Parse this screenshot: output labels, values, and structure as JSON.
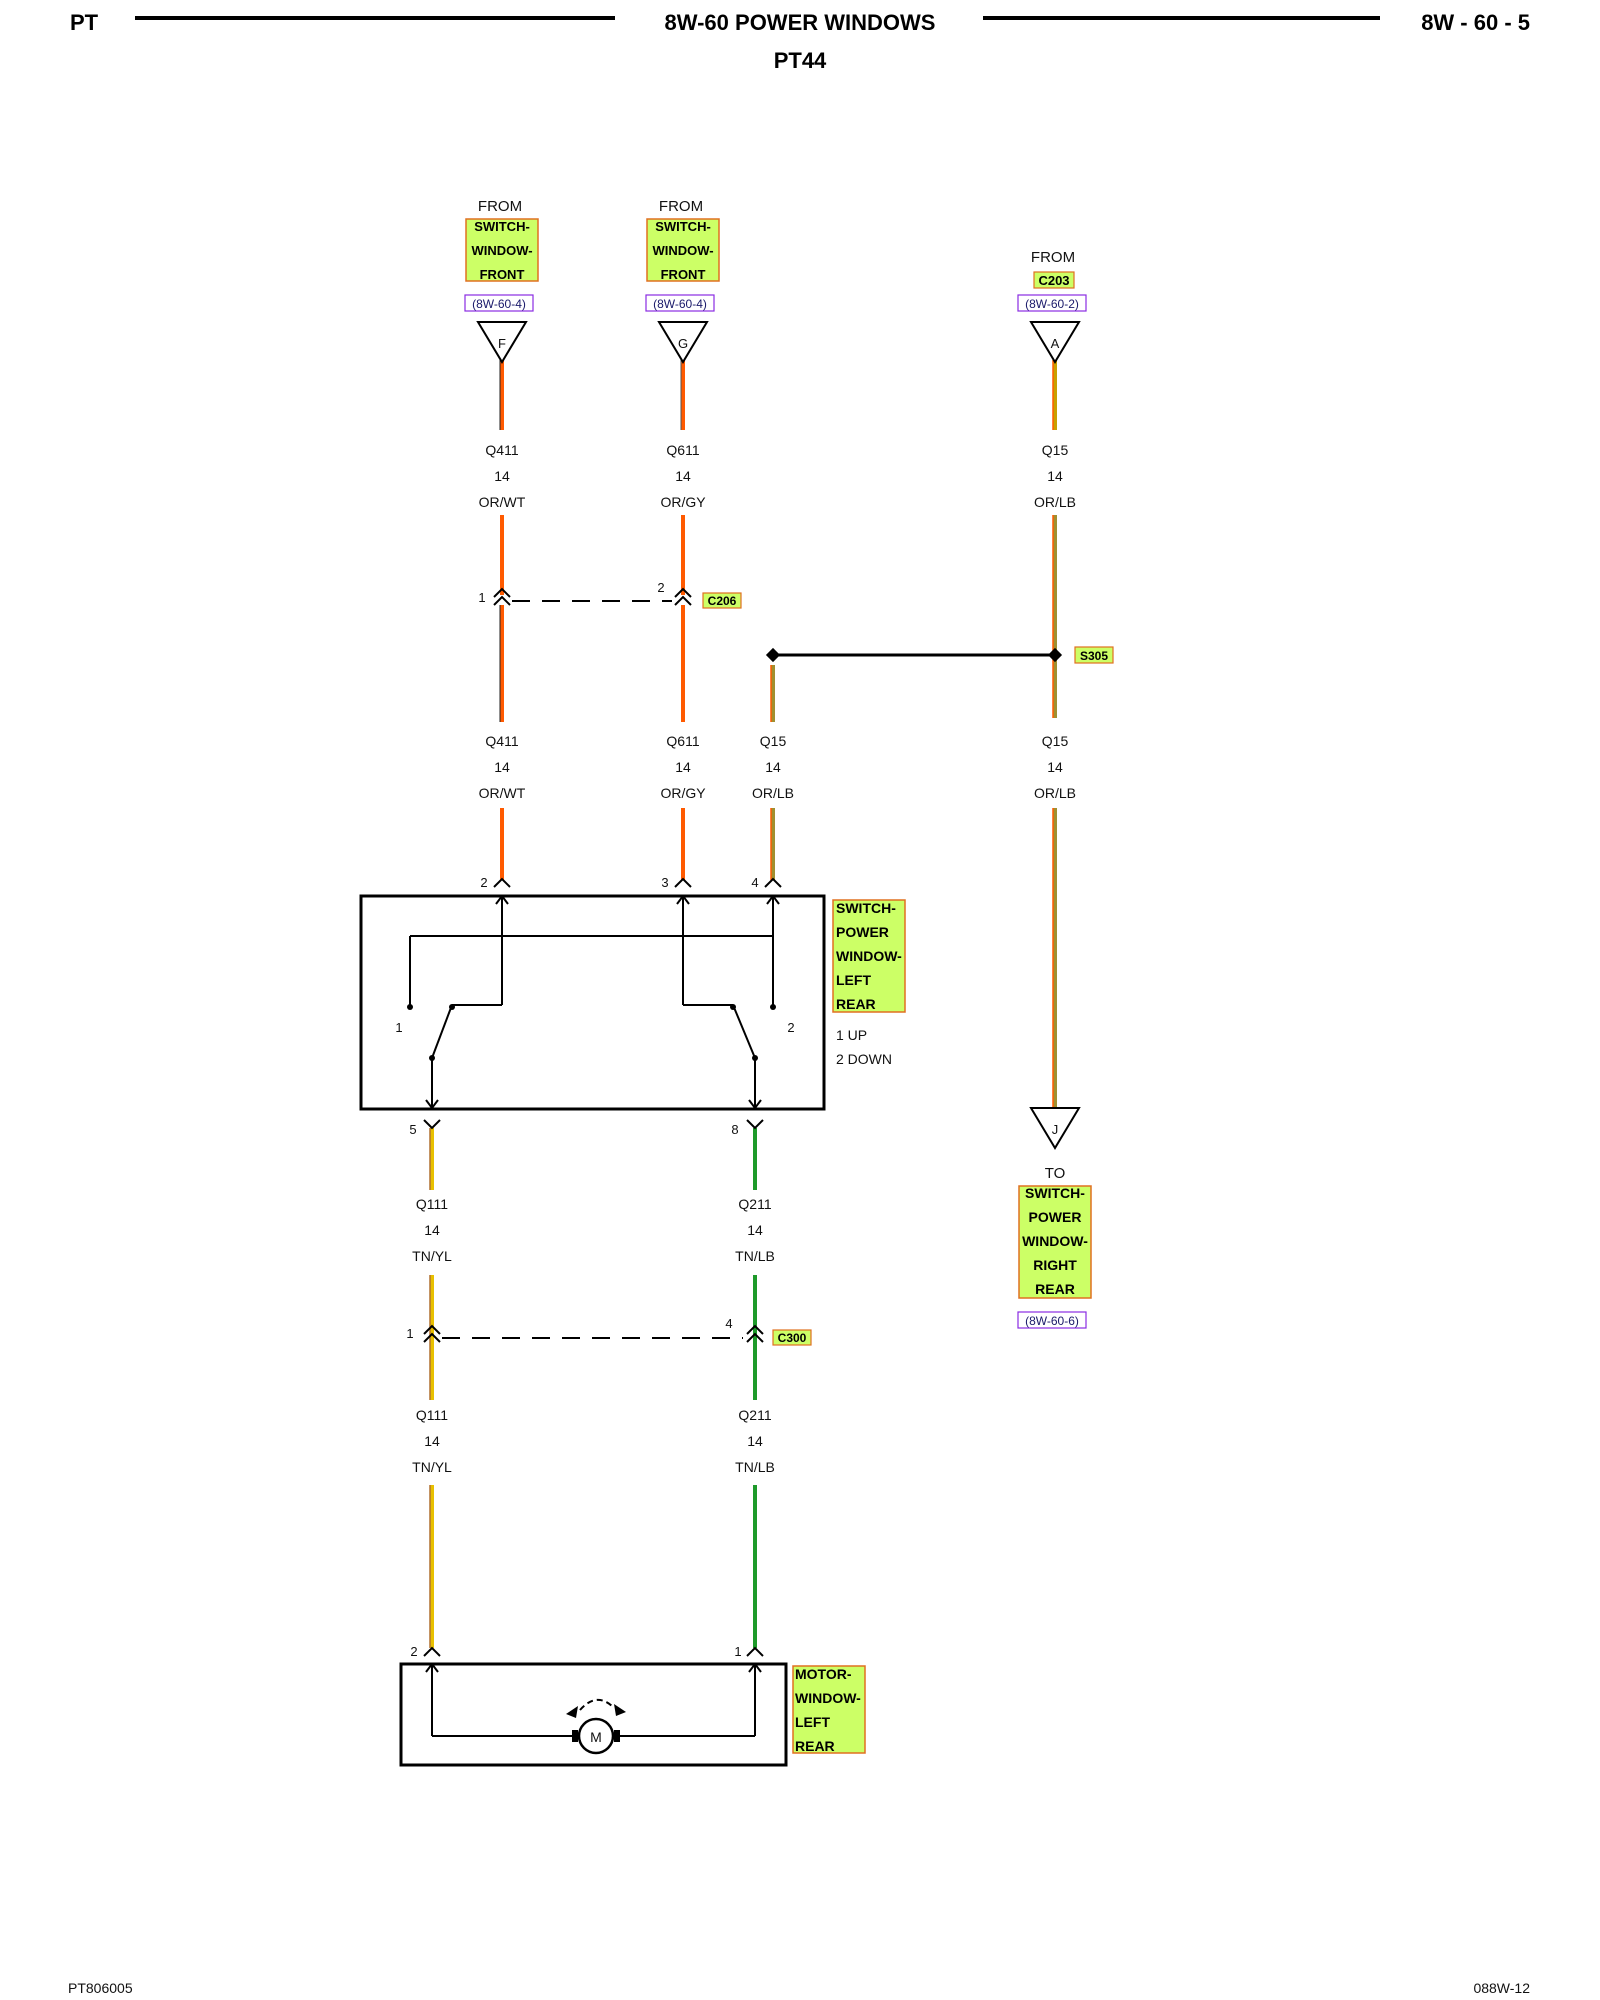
{
  "header": {
    "left": "PT",
    "title": "8W-60 POWER WINDOWS",
    "subtitle": "PT44",
    "right": "8W - 60 - 5"
  },
  "footer": {
    "left": "PT806005",
    "right": "088W-12"
  },
  "colors": {
    "label_fill": "#ccff66",
    "label_border": "#e07020",
    "ref_border": "#8a2be2",
    "wire_orange": "#ff5a00",
    "wire_tan": "#c8a070",
    "wire_yellow": "#e8d000",
    "wire_green": "#1e9a2a",
    "wire_lb": "#8cc0e0"
  },
  "sources": {
    "f": {
      "from": "FROM",
      "label": "SWITCH-WINDOW-FRONT",
      "lines": [
        "SWITCH-",
        "WINDOW-",
        "FRONT"
      ],
      "ref": "(8W-60-4)",
      "connector": "F"
    },
    "g": {
      "from": "FROM",
      "label": "SWITCH-WINDOW-FRONT",
      "lines": [
        "SWITCH-",
        "WINDOW-",
        "FRONT"
      ],
      "ref": "(8W-60-4)",
      "connector": "G"
    },
    "a": {
      "from": "FROM",
      "label": "C203",
      "ref": "(8W-60-2)",
      "connector": "A"
    }
  },
  "wires": {
    "q411_top": {
      "circuit": "Q411",
      "gauge": "14",
      "color": "OR/WT"
    },
    "q611_top": {
      "circuit": "Q611",
      "gauge": "14",
      "color": "OR/GY"
    },
    "q15_top": {
      "circuit": "Q15",
      "gauge": "14",
      "color": "OR/LB"
    },
    "q411_mid": {
      "circuit": "Q411",
      "gauge": "14",
      "color": "OR/WT"
    },
    "q611_mid": {
      "circuit": "Q611",
      "gauge": "14",
      "color": "OR/GY"
    },
    "q15_mid": {
      "circuit": "Q15",
      "gauge": "14",
      "color": "OR/LB"
    },
    "q15_right": {
      "circuit": "Q15",
      "gauge": "14",
      "color": "OR/LB"
    },
    "q111_a": {
      "circuit": "Q111",
      "gauge": "14",
      "color": "TN/YL"
    },
    "q211_a": {
      "circuit": "Q211",
      "gauge": "14",
      "color": "TN/LB"
    },
    "q111_b": {
      "circuit": "Q111",
      "gauge": "14",
      "color": "TN/YL"
    },
    "q211_b": {
      "circuit": "Q211",
      "gauge": "14",
      "color": "TN/LB"
    }
  },
  "connectors": {
    "c206": {
      "name": "C206",
      "pin_left": "1",
      "pin_right": "2"
    },
    "c300": {
      "name": "C300",
      "pin_left": "1",
      "pin_right": "4"
    }
  },
  "splice": {
    "name": "S305"
  },
  "switch": {
    "label": "SWITCH-POWER WINDOW-LEFT REAR",
    "lines": [
      "SWITCH-",
      "POWER",
      "WINDOW-",
      "LEFT",
      "REAR"
    ],
    "legend_up": "1 UP",
    "legend_down": "2 DOWN",
    "pins": {
      "p2": "2",
      "p3": "3",
      "p4": "4",
      "p5": "5",
      "p8": "8"
    },
    "contact_1": "1",
    "contact_2": "2"
  },
  "destination": {
    "to": "TO",
    "connector": "J",
    "label": "SWITCH-POWER WINDOW-RIGHT REAR",
    "lines": [
      "SWITCH-",
      "POWER",
      "WINDOW-",
      "RIGHT",
      "REAR"
    ],
    "ref": "(8W-60-6)"
  },
  "motor": {
    "label": "MOTOR-WINDOW-LEFT REAR",
    "lines": [
      "MOTOR-",
      "WINDOW-",
      "LEFT",
      "REAR"
    ],
    "symbol": "M",
    "pin_left": "2",
    "pin_right": "1"
  }
}
